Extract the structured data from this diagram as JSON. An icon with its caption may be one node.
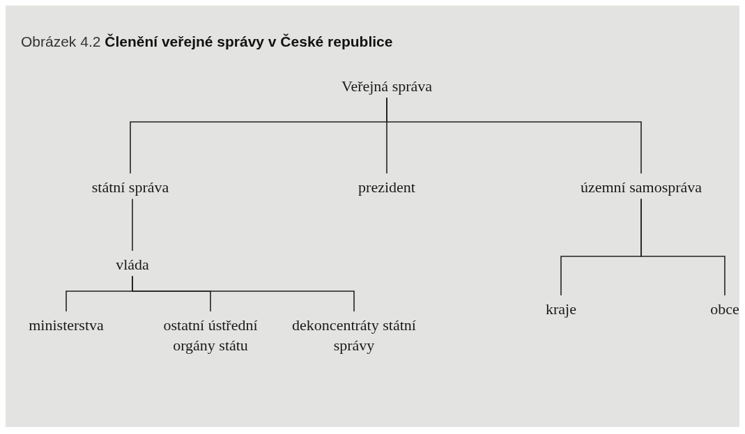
{
  "diagram": {
    "title": "Obrázek 4.2 **Členění veřejné správy v České republice**",
    "nodes": [
      {
        "text": [
          "Veřejná správa"
        ]
      },
      {
        "text": [
          "státní správa"
        ]
      },
      {
        "text": [
          "prezident"
        ]
      },
      {
        "text": [
          "územní samospráva"
        ]
      },
      {
        "text": [
          "vláda"
        ]
      },
      {
        "text": [
          "ministerstva"
        ]
      },
      {
        "text": [
          "ostatní ústřední orgány státu"
        ]
      },
      {
        "text": [
          "dekoncentráty státní správy"
        ]
      },
      {
        "text": [
          "kraje"
        ]
      },
      {
        "text": [
          "obce"
        ]
      }
    ],
    "edges": [
      {
        "from": 0,
        "to": 1,
        "arrow": "none"
      },
      {
        "from": 0,
        "to": 2,
        "arrow": "none"
      },
      {
        "from": 0,
        "to": 3,
        "arrow": "none"
      },
      {
        "from": 1,
        "to": 4,
        "arrow": "none"
      },
      {
        "from": 4,
        "to": 5,
        "arrow": "none"
      },
      {
        "from": 4,
        "to": 6,
        "arrow": "none"
      },
      {
        "from": 4,
        "to": 7,
        "arrow": "none"
      },
      {
        "from": 3,
        "to": 8,
        "arrow": "none"
      },
      {
        "from": 3,
        "to": 9,
        "arrow": "none"
      }
    ]
  }
}
